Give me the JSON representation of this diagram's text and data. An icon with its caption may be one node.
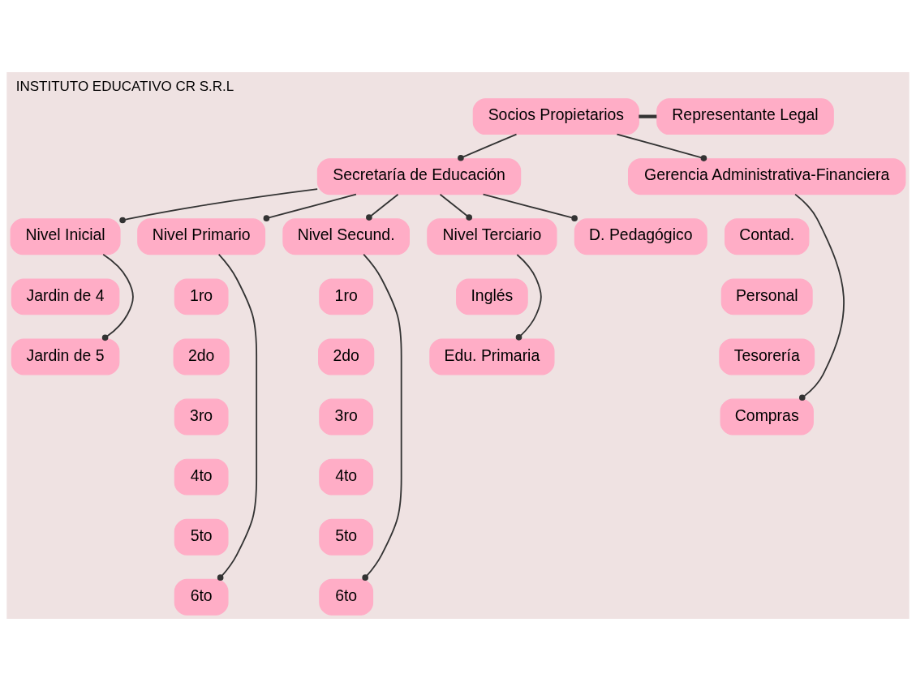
{
  "diagram": {
    "title": "INSTITUTO EDUCATIVO CR S.R.L",
    "nodes": [
      {
        "text": [
          "Socios Propietarios"
        ]
      },
      {
        "text": [
          "Representante Legal"
        ]
      },
      {
        "text": [
          "Secretaría de Educación"
        ]
      },
      {
        "text": [
          "Gerencia Administrativa-Financiera"
        ]
      },
      {
        "text": [
          "Nivel Inicial"
        ]
      },
      {
        "text": [
          "Nivel Primario"
        ]
      },
      {
        "text": [
          "Nivel Secund."
        ]
      },
      {
        "text": [
          "Nivel Terciario"
        ]
      },
      {
        "text": [
          "D. Pedagógico"
        ]
      },
      {
        "text": [
          "Jardin de 4"
        ]
      },
      {
        "text": [
          "Jardin de 5"
        ]
      },
      {
        "text": [
          "1ro"
        ]
      },
      {
        "text": [
          "2do"
        ]
      },
      {
        "text": [
          "3ro"
        ]
      },
      {
        "text": [
          "4to"
        ]
      },
      {
        "text": [
          "5to"
        ]
      },
      {
        "text": [
          "6to"
        ]
      },
      {
        "text": [
          "1ro"
        ]
      },
      {
        "text": [
          "2do"
        ]
      },
      {
        "text": [
          "3ro"
        ]
      },
      {
        "text": [
          "4to"
        ]
      },
      {
        "text": [
          "5to"
        ]
      },
      {
        "text": [
          "6to"
        ]
      },
      {
        "text": [
          "Inglés"
        ]
      },
      {
        "text": [
          "Edu. Primaria"
        ]
      },
      {
        "text": [
          "Contad."
        ]
      },
      {
        "text": [
          "Personal"
        ]
      },
      {
        "text": [
          "Tesorería"
        ]
      },
      {
        "text": [
          "Compras"
        ]
      }
    ],
    "edges": [
      {
        "from": 0,
        "to": 1,
        "arrow": "none",
        "style": "thick"
      },
      {
        "from": 0,
        "to": 2,
        "arrow": "other"
      },
      {
        "from": 0,
        "to": 3,
        "arrow": "other"
      },
      {
        "from": 2,
        "to": 4,
        "arrow": "other"
      },
      {
        "from": 2,
        "to": 5,
        "arrow": "other"
      },
      {
        "from": 2,
        "to": 6,
        "arrow": "other"
      },
      {
        "from": 2,
        "to": 7,
        "arrow": "other"
      },
      {
        "from": 2,
        "to": 8,
        "arrow": "other"
      },
      {
        "from": 4,
        "to": 10,
        "arrow": "other"
      },
      {
        "from": 5,
        "to": 16,
        "arrow": "other"
      },
      {
        "from": 6,
        "to": 22,
        "arrow": "other"
      },
      {
        "from": 7,
        "to": 24,
        "arrow": "other"
      },
      {
        "from": 3,
        "to": 28,
        "arrow": "other"
      }
    ]
  }
}
